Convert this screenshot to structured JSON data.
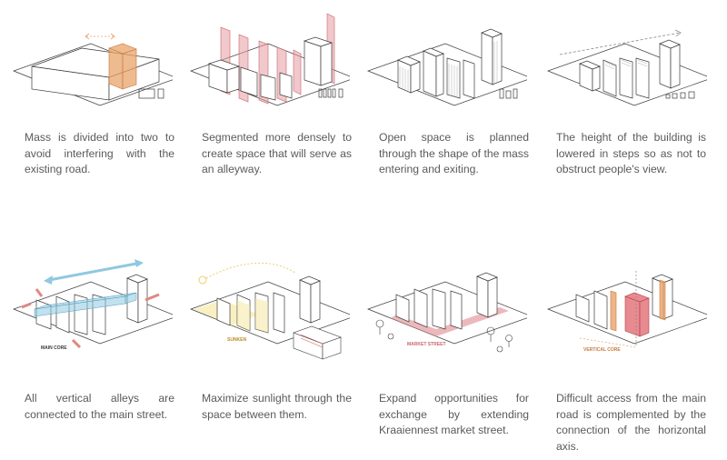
{
  "colors": {
    "line": "#3a3a3a",
    "orange": "#e8a36a",
    "pink": "#e59aa0",
    "blue": "#8fc8e0",
    "yellow": "#f5e69a",
    "text": "#5a5a5a"
  },
  "steps": [
    {
      "caption": "Mass is divided into two to avoid interfering with the existing road."
    },
    {
      "caption": "Segmented more densely to create space that will serve as an alleyway."
    },
    {
      "caption": "Open space is planned through the shape of the mass entering and exiting."
    },
    {
      "caption": "The height of the building is lowered in steps so as not to obstruct people's view."
    },
    {
      "caption": "All vertical alleys are connected to the main street.",
      "labels": [
        "MAIN CORE"
      ]
    },
    {
      "caption": "Maximize sunlight through the space between them.",
      "labels": [
        "SUNKEN"
      ]
    },
    {
      "caption": "Expand opportunities for exchange by extending Kraaiennest market street.",
      "labels": [
        "MARKET STREET"
      ]
    },
    {
      "caption": "Difficult access from the main road is complemented by the connection of the horizontal axis.",
      "labels": [
        "VERTICAL CORE"
      ]
    }
  ]
}
